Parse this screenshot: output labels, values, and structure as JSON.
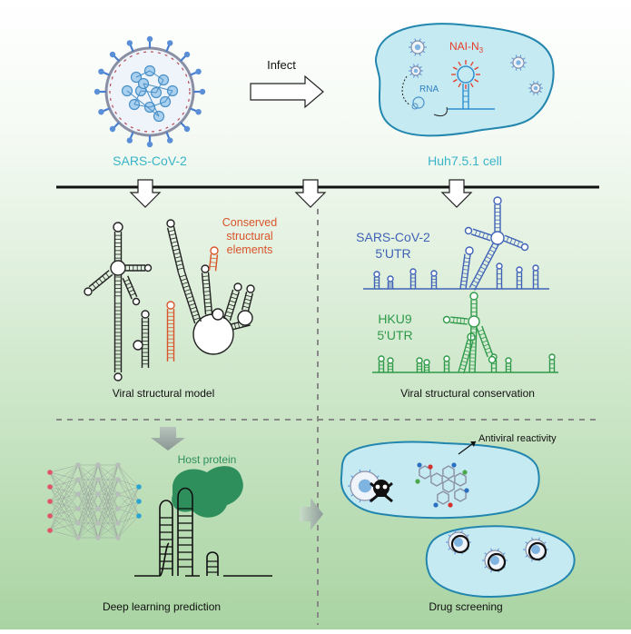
{
  "colors": {
    "bg_top": "#ffffff",
    "bg_bottom": "#aed6a8",
    "teal_text": "#38b4c8",
    "virus_blue": "#4a90c8",
    "cell_fill": "#bfe6ef",
    "cell_stroke": "#1e86b0",
    "red": "#e53b2a",
    "orange": "#d9542a",
    "structure_blue": "#3f62b6",
    "structure_green": "#2e9a4a",
    "host_protein": "#2e8f5c",
    "nn_red": "#e0556a",
    "nn_blue": "#2aa4d0",
    "dash": "#888888"
  },
  "top": {
    "virus_label": "SARS-CoV-2",
    "infect_label": "Infect",
    "cell_label": "Huh7.5.1 cell",
    "reagent_label": "NAI-N",
    "reagent_sub": "3",
    "rna_label": "RNA"
  },
  "panels": {
    "structural_model": {
      "caption": "Viral structural model",
      "annotation": [
        "Conserved",
        "structural",
        "elements"
      ]
    },
    "conservation": {
      "caption": "Viral structural conservation",
      "sars_label": [
        "SARS-CoV-2",
        "5'UTR"
      ],
      "hku9_label": [
        "HKU9",
        "5'UTR"
      ]
    },
    "deep_learning": {
      "caption": "Deep learning prediction",
      "host_protein": "Host protein"
    },
    "drug_screening": {
      "caption": "Drug screening",
      "antiviral": "Antiviral reactivity"
    }
  }
}
